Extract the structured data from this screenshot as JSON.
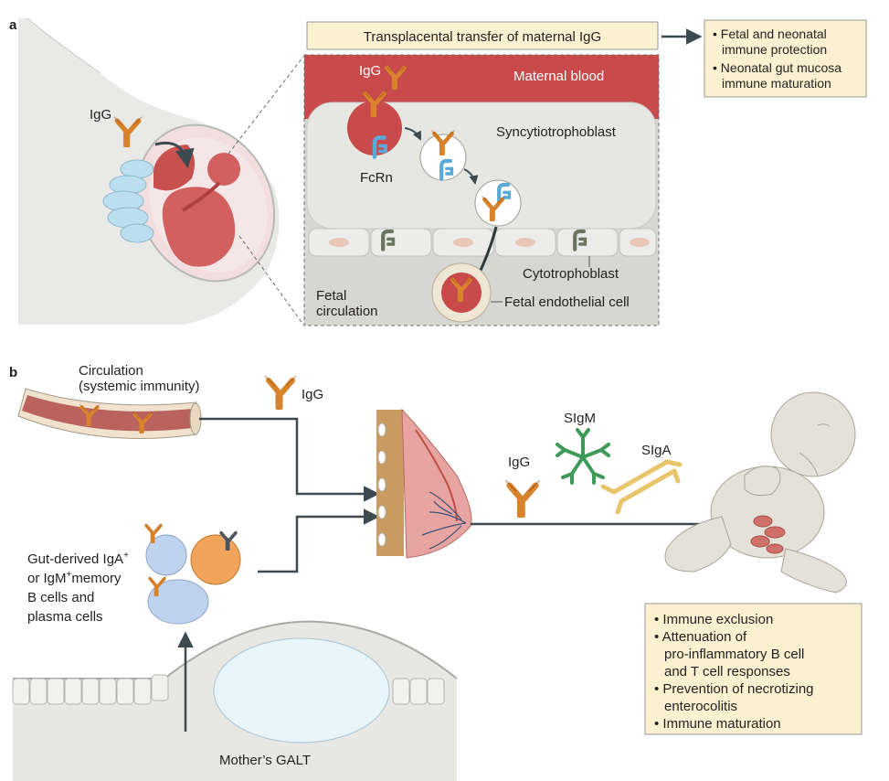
{
  "panel_a": {
    "letter": "a",
    "igg_mother": "IgG",
    "title": "Transplacental transfer of maternal IgG",
    "maternal_blood": "Maternal blood",
    "igg_blood": "IgG",
    "syncytiotrophoblast": "Syncytiotrophoblast",
    "fcrn": "FcRn",
    "cytotrophoblast": "Cytotrophoblast",
    "fetal_circulation_1": "Fetal",
    "fetal_circulation_2": "circulation",
    "fetal_endothelial": "Fetal endothelial cell",
    "outcomes": [
      {
        "line1": "• Fetal and neonatal",
        "line2": "immune protection"
      },
      {
        "line1": "• Neonatal gut mucosa",
        "line2": "immune maturation"
      }
    ]
  },
  "panel_b": {
    "letter": "b",
    "circulation_1": "Circulation",
    "circulation_2": "(systemic immunity)",
    "igg_top": "IgG",
    "igg_mid": "IgG",
    "sigm": "SIgM",
    "siga": "SIgA",
    "gut_cells": [
      "Gut-derived IgA",
      "or IgM",
      "memory",
      "B cells and",
      "plasma cells"
    ],
    "galt": "Mother’s GALT",
    "outcomes": [
      "• Immune exclusion",
      "• Attenuation of",
      "pro-inflammatory B cell",
      "and T cell responses",
      "• Prevention of necrotizing",
      "enterocolitis",
      "• Immune maturation"
    ]
  },
  "colors": {
    "igg": "#d8832b",
    "fcrn": "#5aa9d6",
    "sigm": "#3f9a59",
    "siga": "#e8c46a",
    "maternal_blood": "#c84a4a",
    "label_box": "#fbf0cf"
  }
}
